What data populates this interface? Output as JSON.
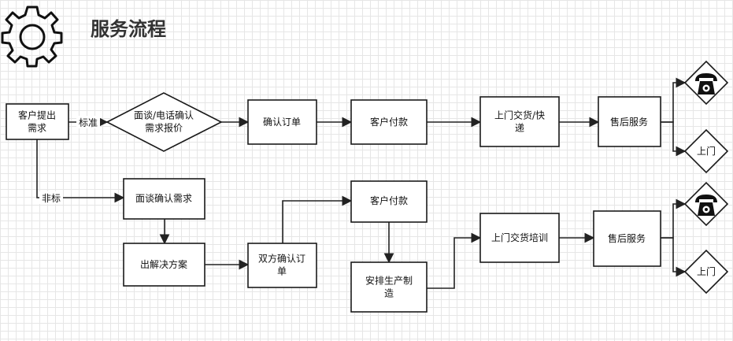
{
  "title": "服务流程",
  "nodes": {
    "n1": "客户提出\n需求",
    "n2": "面谈/电话确认\n需求报价",
    "n3": "确认订单",
    "n4": "客户付款",
    "n5": "上门交货/快\n递",
    "n6": "售后服务",
    "n7": "面谈确认需求",
    "n8": "出解决方案",
    "n9": "双方确认订\n单",
    "n10": "客户付款",
    "n11": "安排生产制\n造",
    "n12": "上门交货培训",
    "n13": "售后服务",
    "d1": "上门",
    "d2": "上门"
  },
  "edge_labels": {
    "standard": "标准",
    "nonstandard": "非标"
  },
  "icons": [
    "gear-icon",
    "phone-icon",
    "phone-icon"
  ]
}
